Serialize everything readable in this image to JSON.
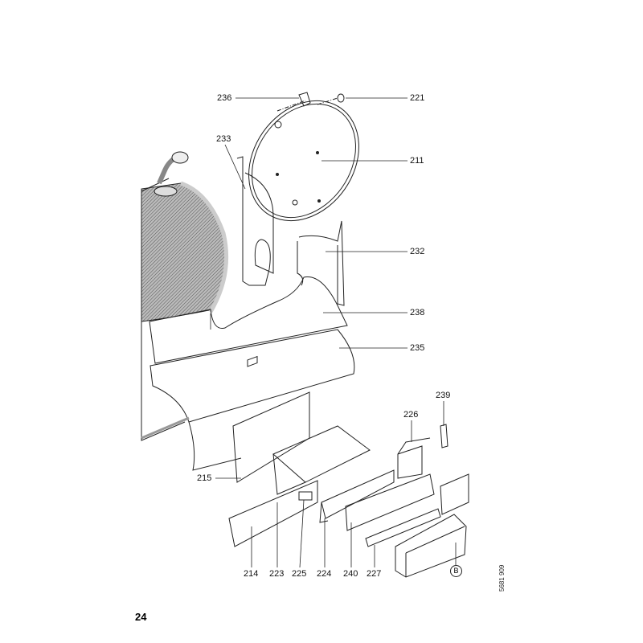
{
  "diagram": {
    "labels": {
      "p236": "236",
      "p221": "221",
      "p233": "233",
      "p211": "211",
      "p232": "232",
      "p238": "238",
      "p235": "235",
      "p239": "239",
      "p226": "226",
      "p215": "215",
      "p214": "214",
      "p223": "223",
      "p225": "225",
      "p224": "224",
      "p240": "240",
      "p227": "227",
      "detail_b": "B"
    },
    "page_number": "24",
    "document_number": "5681 909"
  }
}
